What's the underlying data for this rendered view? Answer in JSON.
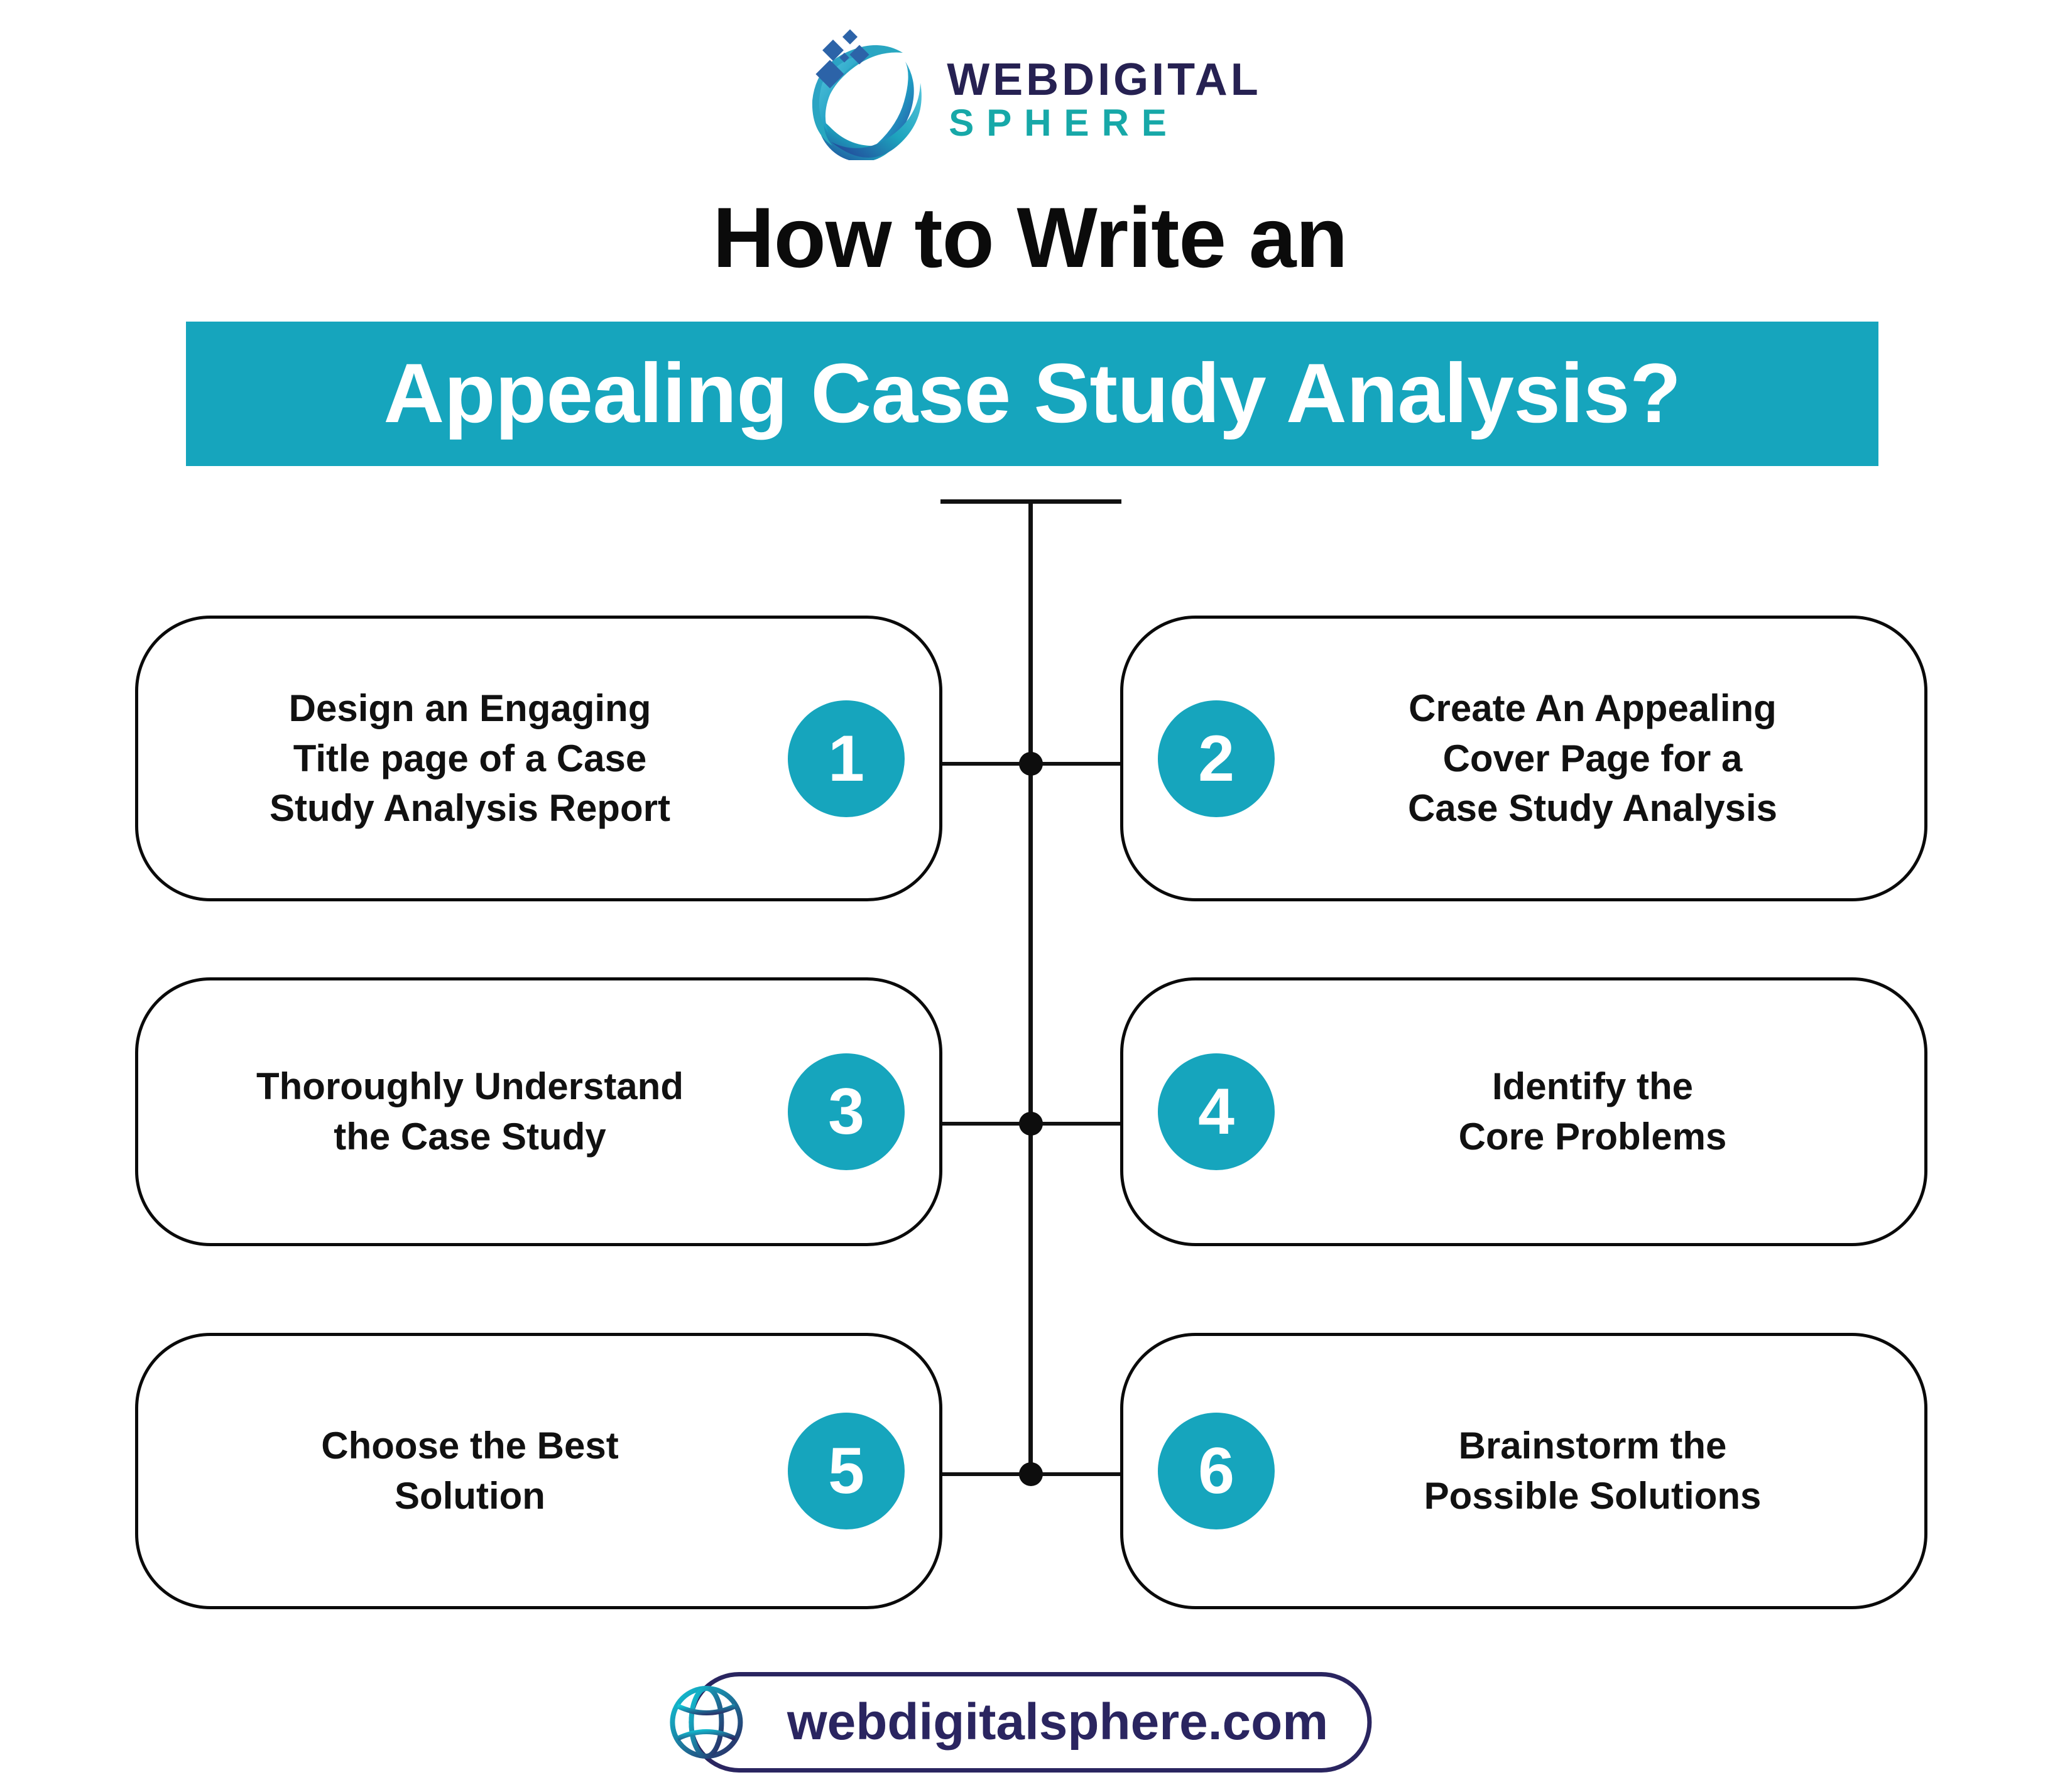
{
  "brand": {
    "logo_icon": "sphere-logo-icon",
    "name_top": "WEBDIGITAL",
    "name_bottom": "SPHERE"
  },
  "title": {
    "line1": "How to Write an",
    "line2": "Appealing Case Study Analysis?"
  },
  "colors": {
    "accent_teal": "#16a5bd",
    "brand_navy": "#262152",
    "brand_teal": "#17a8a8",
    "outline_black": "#0a0a0a"
  },
  "steps": [
    {
      "number": "1",
      "side": "left",
      "text": "Design an Engaging\nTitle page of a Case\nStudy Analysis Report"
    },
    {
      "number": "2",
      "side": "right",
      "text": "Create An Appealing\nCover Page for a\nCase Study Analysis"
    },
    {
      "number": "3",
      "side": "left",
      "text": "Thoroughly Understand\nthe Case Study"
    },
    {
      "number": "4",
      "side": "right",
      "text": "Identify the\nCore Problems"
    },
    {
      "number": "5",
      "side": "left",
      "text": "Choose the Best\nSolution"
    },
    {
      "number": "6",
      "side": "right",
      "text": "Brainstorm the\nPossible Solutions"
    }
  ],
  "footer": {
    "globe_icon": "globe-icon",
    "website": "webdigitalsphere.com"
  }
}
